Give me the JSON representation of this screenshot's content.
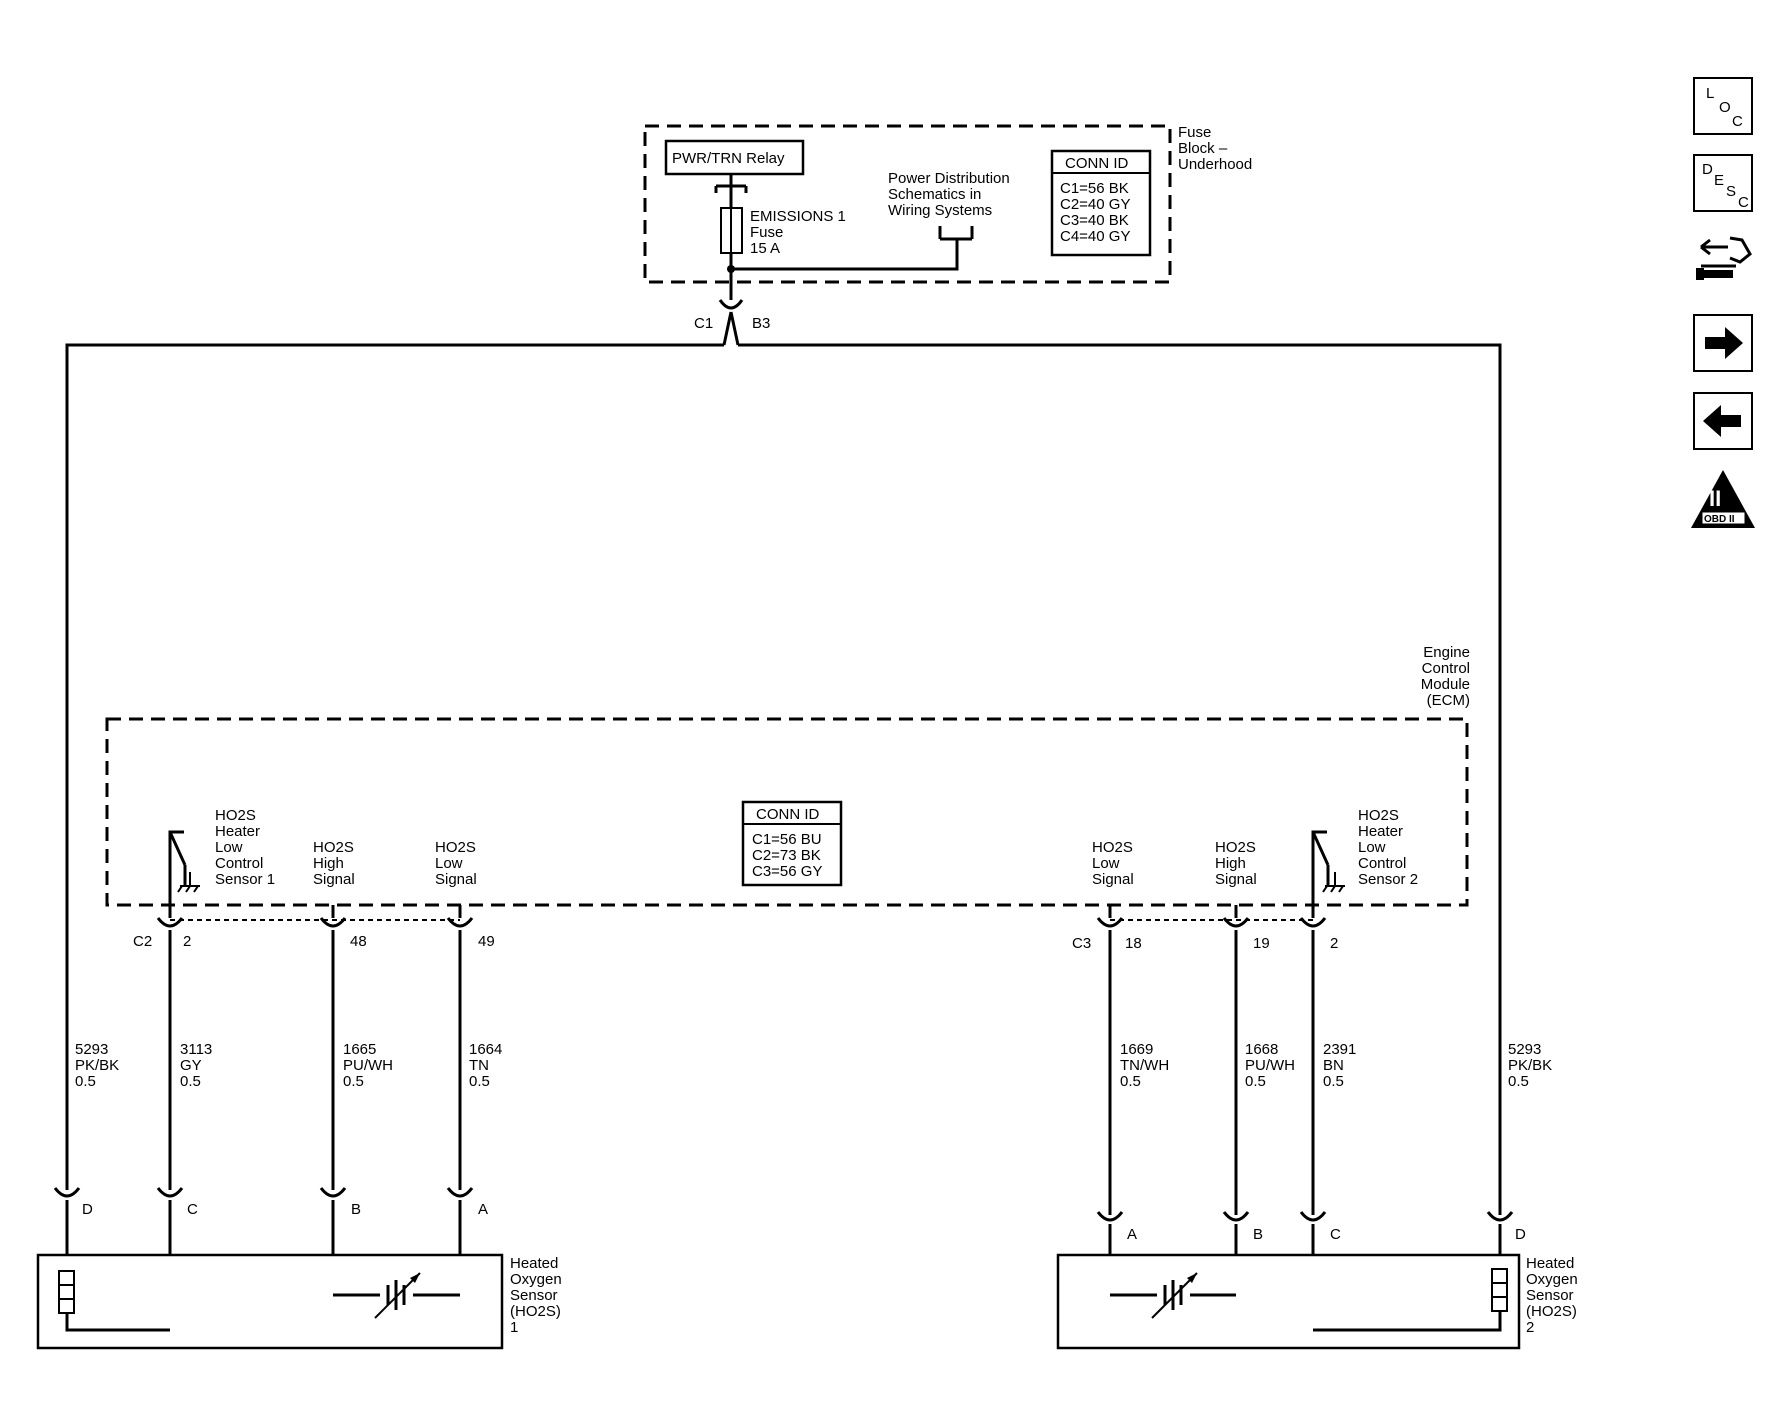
{
  "fuse_block": {
    "label": [
      "Fuse",
      "Block –",
      "Underhood"
    ],
    "relay": "PWR/TRN Relay",
    "fuse": [
      "EMISSIONS 1",
      "Fuse",
      "15 A"
    ],
    "power_ref": [
      "Power Distribution",
      "Schematics in",
      "Wiring Systems"
    ],
    "conn_title": "CONN ID",
    "conn": [
      "C1=56 BK",
      "C2=40 GY",
      "C3=40 BK",
      "C4=40 GY"
    ],
    "conn_c1": "C1",
    "conn_b3": "B3"
  },
  "ecm": {
    "label": [
      "Engine",
      "Control",
      "Module",
      "(ECM)"
    ],
    "conn_title": "CONN ID",
    "conn": [
      "C1=56 BU",
      "C2=73 BK",
      "C3=56 GY"
    ],
    "left": {
      "heater": [
        "HO2S",
        "Heater",
        "Low",
        "Control",
        "Sensor 1"
      ],
      "high": [
        "HO2S",
        "High",
        "Signal"
      ],
      "low": [
        "HO2S",
        "Low",
        "Signal"
      ],
      "conn": "C2",
      "pins": [
        "2",
        "48",
        "49"
      ]
    },
    "right": {
      "low": [
        "HO2S",
        "Low",
        "Signal"
      ],
      "high": [
        "HO2S",
        "High",
        "Signal"
      ],
      "heater": [
        "HO2S",
        "Heater",
        "Low",
        "Control",
        "Sensor 2"
      ],
      "conn": "C3",
      "pins": [
        "18",
        "19",
        "2"
      ]
    }
  },
  "wires": [
    [
      "5293",
      "PK/BK",
      "0.5"
    ],
    [
      "3113",
      "GY",
      "0.5"
    ],
    [
      "1665",
      "PU/WH",
      "0.5"
    ],
    [
      "1664",
      "TN",
      "0.5"
    ],
    [
      "1669",
      "TN/WH",
      "0.5"
    ],
    [
      "1668",
      "PU/WH",
      "0.5"
    ],
    [
      "2391",
      "BN",
      "0.5"
    ],
    [
      "5293",
      "PK/BK",
      "0.5"
    ]
  ],
  "sensor1": {
    "label": [
      "Heated",
      "Oxygen",
      "Sensor",
      "(HO2S)",
      "1"
    ],
    "pins": [
      "D",
      "C",
      "B",
      "A"
    ]
  },
  "sensor2": {
    "label": [
      "Heated",
      "Oxygen",
      "Sensor",
      "(HO2S)",
      "2"
    ],
    "pins": [
      "A",
      "B",
      "C",
      "D"
    ]
  },
  "side_icons": {
    "loc": [
      "L",
      "O",
      "C"
    ],
    "desc": [
      "D",
      "E",
      "S",
      "C"
    ],
    "obd": [
      "II",
      "OBD II"
    ],
    "names": [
      "loc-icon",
      "desc-icon",
      "connector-wrench-icon",
      "arrow-right-icon",
      "arrow-left-icon",
      "obd2-icon"
    ]
  }
}
